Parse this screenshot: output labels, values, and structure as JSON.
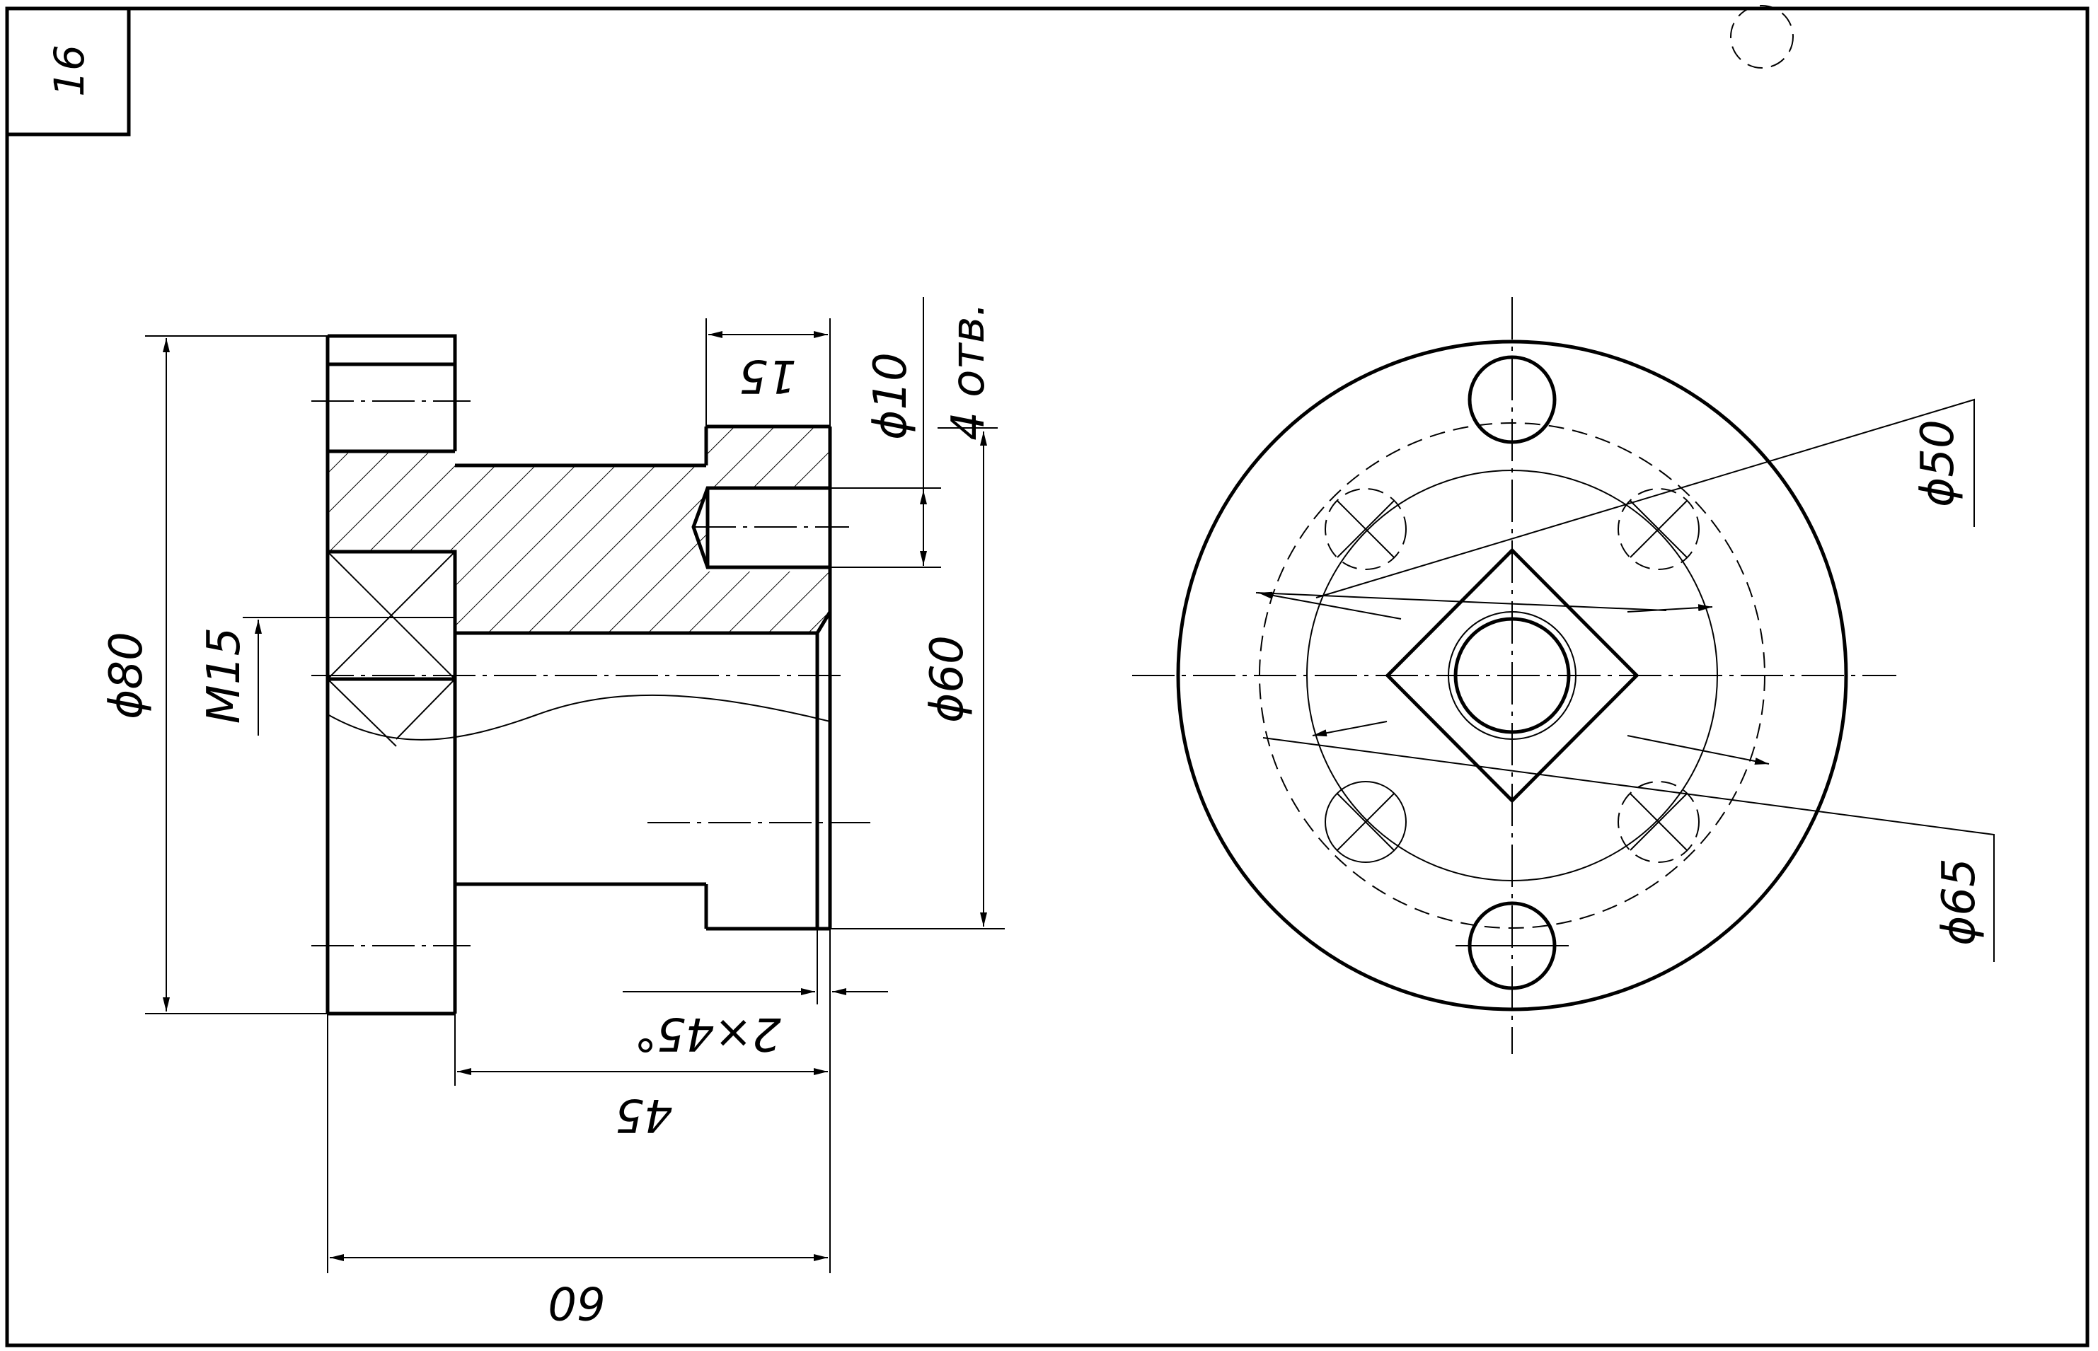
{
  "sheet": {
    "number": "16"
  },
  "dimensions": {
    "d80": "ϕ80",
    "m15": "M15",
    "d10": "ϕ10",
    "holes": "4 отв.",
    "len15": "15",
    "d60": "ϕ60",
    "d50": "ϕ50",
    "d65": "ϕ65",
    "chamfer": "2×45°",
    "len45": "45",
    "len60": "60"
  }
}
